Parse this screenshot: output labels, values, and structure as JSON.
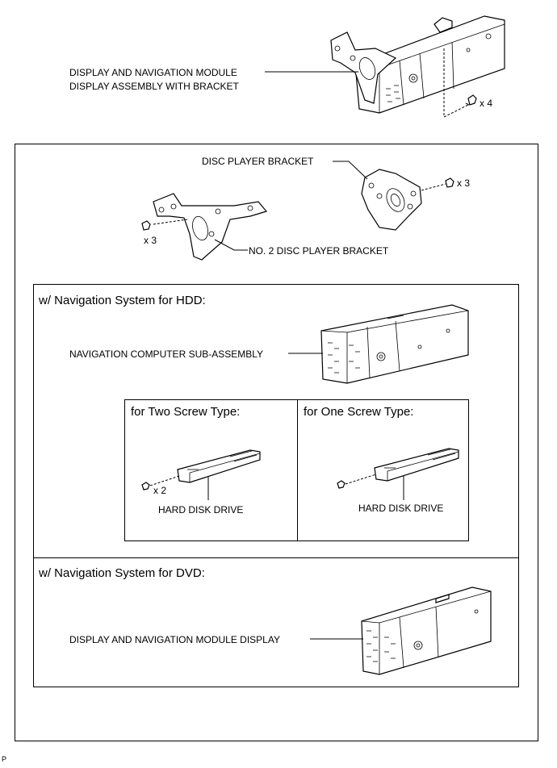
{
  "top": {
    "module_label_line1": "DISPLAY AND NAVIGATION MODULE",
    "module_label_line2": "DISPLAY ASSEMBLY WITH BRACKET",
    "screw_count": "x 4"
  },
  "brackets": {
    "disc_player_bracket": "DISC PLAYER BRACKET",
    "disc_player_screw_count": "x 3",
    "no2_bracket": "NO. 2 DISC PLAYER BRACKET",
    "no2_screw_count": "x 3"
  },
  "hdd_section": {
    "title": "w/ Navigation System for HDD:",
    "computer_label": "NAVIGATION COMPUTER SUB-ASSEMBLY",
    "two_screw": {
      "title": "for Two Screw Type:",
      "screw_count": "x 2",
      "drive_label": "HARD DISK DRIVE"
    },
    "one_screw": {
      "title": "for One Screw Type:",
      "drive_label": "HARD DISK DRIVE"
    }
  },
  "dvd_section": {
    "title": "w/ Navigation System for DVD:",
    "display_label": "DISPLAY AND NAVIGATION MODULE DISPLAY"
  },
  "corner_mark": "P"
}
